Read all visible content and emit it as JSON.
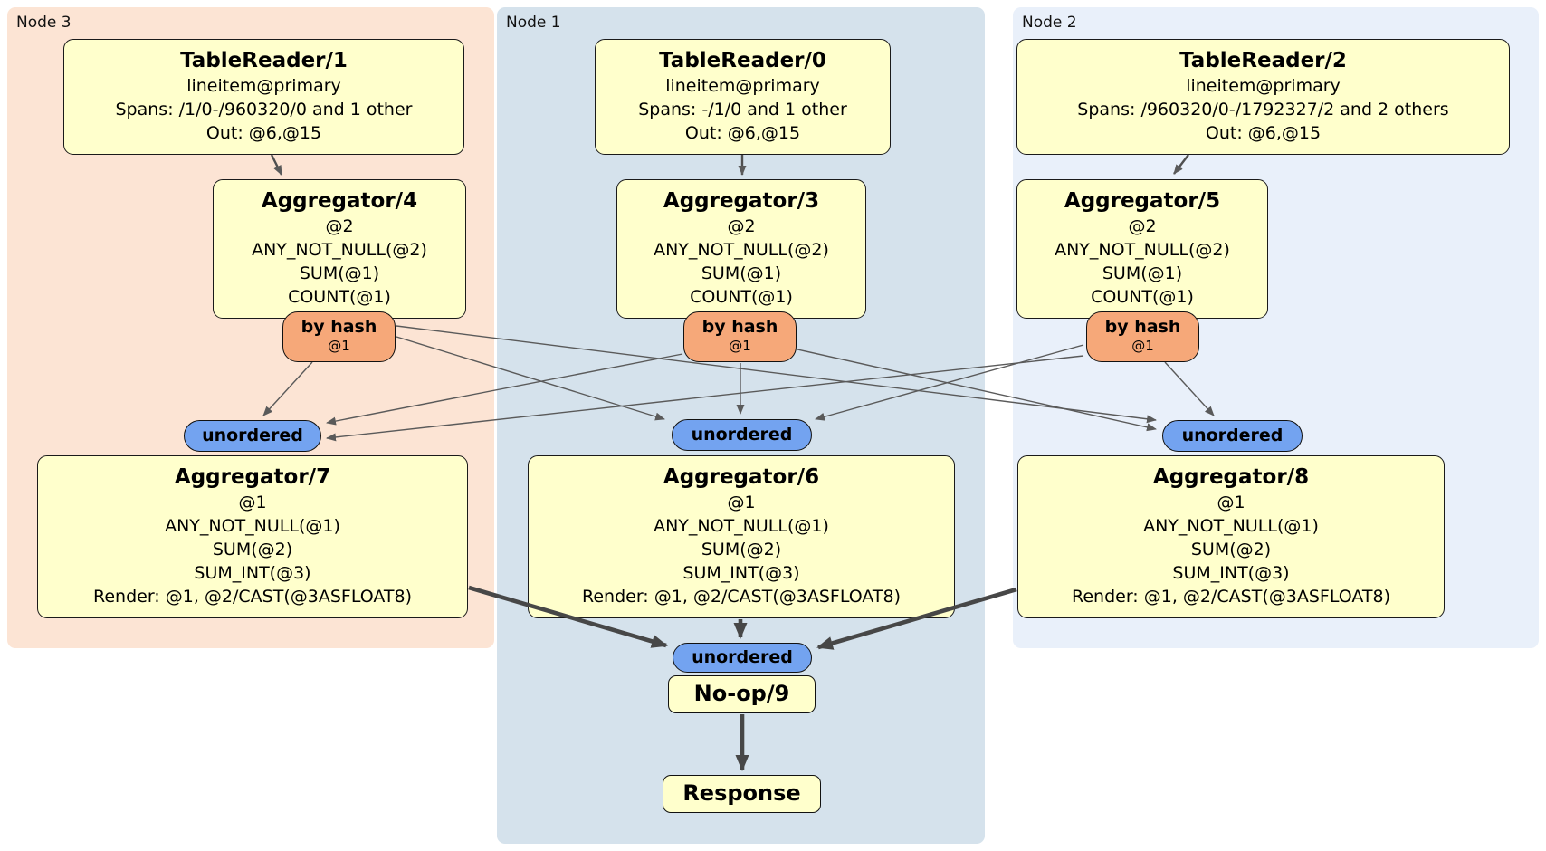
{
  "regions": [
    {
      "label": "Node 3",
      "tablereader": {
        "title": "TableReader/1",
        "lines": [
          "lineitem@primary",
          "Spans: /1/0-/960320/0 and 1 other",
          "Out: @6,@15"
        ]
      },
      "aggregator_top": {
        "title": "Aggregator/4",
        "lines": [
          "@2",
          "ANY_NOT_NULL(@2)",
          "SUM(@1)",
          "COUNT(@1)"
        ]
      },
      "router": {
        "label": "by hash",
        "detail": "@1"
      },
      "sync": {
        "label": "unordered"
      },
      "aggregator_bottom": {
        "title": "Aggregator/7",
        "lines": [
          "@1",
          "ANY_NOT_NULL(@1)",
          "SUM(@2)",
          "SUM_INT(@3)",
          "Render: @1, @2/CAST(@3ASFLOAT8)"
        ]
      }
    },
    {
      "label": "Node 1",
      "tablereader": {
        "title": "TableReader/0",
        "lines": [
          "lineitem@primary",
          "Spans: -/1/0 and 1 other",
          "Out: @6,@15"
        ]
      },
      "aggregator_top": {
        "title": "Aggregator/3",
        "lines": [
          "@2",
          "ANY_NOT_NULL(@2)",
          "SUM(@1)",
          "COUNT(@1)"
        ]
      },
      "router": {
        "label": "by hash",
        "detail": "@1"
      },
      "sync": {
        "label": "unordered"
      },
      "aggregator_bottom": {
        "title": "Aggregator/6",
        "lines": [
          "@1",
          "ANY_NOT_NULL(@1)",
          "SUM(@2)",
          "SUM_INT(@3)",
          "Render: @1, @2/CAST(@3ASFLOAT8)"
        ]
      }
    },
    {
      "label": "Node 2",
      "tablereader": {
        "title": "TableReader/2",
        "lines": [
          "lineitem@primary",
          "Spans: /960320/0-/1792327/2 and 2 others",
          "Out: @6,@15"
        ]
      },
      "aggregator_top": {
        "title": "Aggregator/5",
        "lines": [
          "@2",
          "ANY_NOT_NULL(@2)",
          "SUM(@1)",
          "COUNT(@1)"
        ]
      },
      "router": {
        "label": "by hash",
        "detail": "@1"
      },
      "sync": {
        "label": "unordered"
      },
      "aggregator_bottom": {
        "title": "Aggregator/8",
        "lines": [
          "@1",
          "ANY_NOT_NULL(@1)",
          "SUM(@2)",
          "SUM_INT(@3)",
          "Render: @1, @2/CAST(@3ASFLOAT8)"
        ]
      }
    }
  ],
  "final": {
    "sync": {
      "label": "unordered"
    },
    "noop": {
      "title": "No-op/9"
    },
    "response": {
      "title": "Response"
    }
  },
  "colors": {
    "node3_bg": "#fce4d4",
    "node1_bg": "#d5e2ec",
    "node2_bg": "#e9f0fa",
    "processor_bg": "#ffffcc",
    "router_bg": "#f6a879",
    "sync_bg": "#73a3f0",
    "edge_thin": "#5a5a5a",
    "edge_thick": "#474747"
  }
}
